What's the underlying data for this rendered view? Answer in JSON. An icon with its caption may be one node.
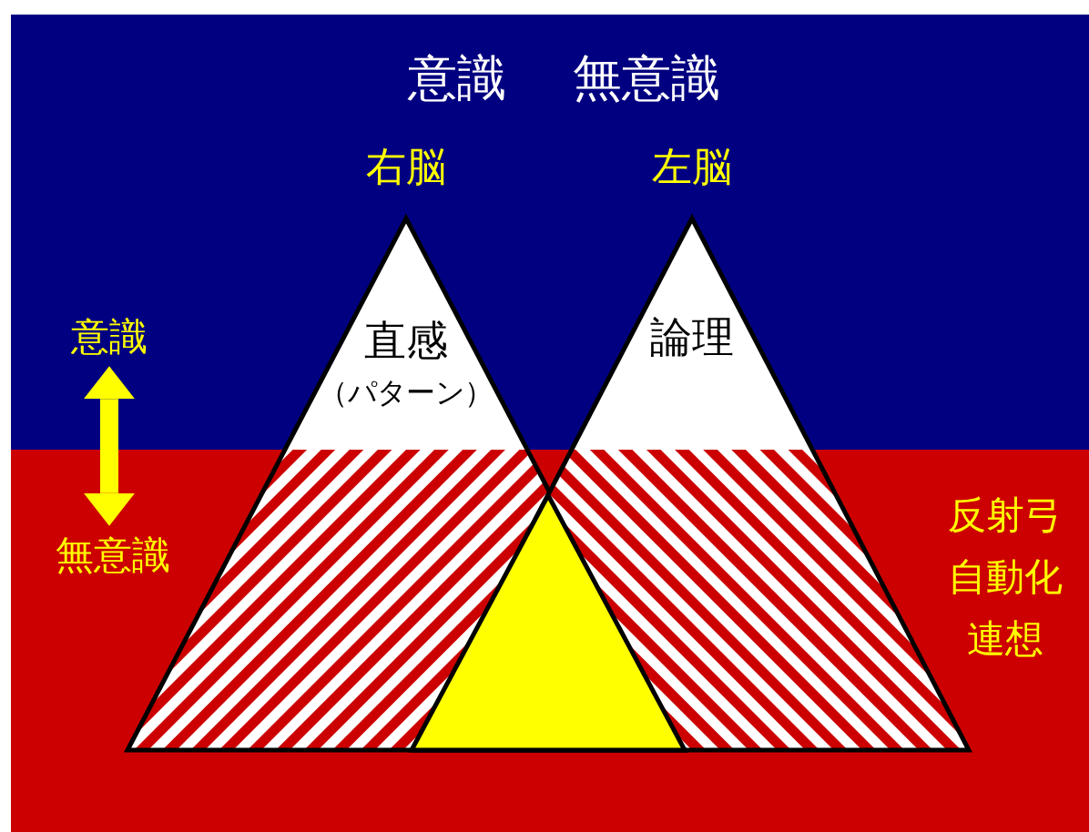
{
  "diagram": {
    "nodes": [
      {
        "text": [
          "直感",
          "（パターン）"
        ],
        "beside": [
          "右脳"
        ]
      },
      {
        "text": [
          "論理"
        ],
        "beside": [
          "左脳"
        ]
      },
      {
        "text": [],
        "shape": "triangle"
      },
      {
        "text": [
          "意識"
        ]
      },
      {
        "text": [
          "無意識"
        ]
      }
    ],
    "edges": [
      {
        "from": 3,
        "to": 4,
        "arrow": "both",
        "color": "#ffff00"
      }
    ],
    "labels": [
      "意識",
      "無意識",
      "反射弓",
      "自動化",
      "連想"
    ]
  }
}
